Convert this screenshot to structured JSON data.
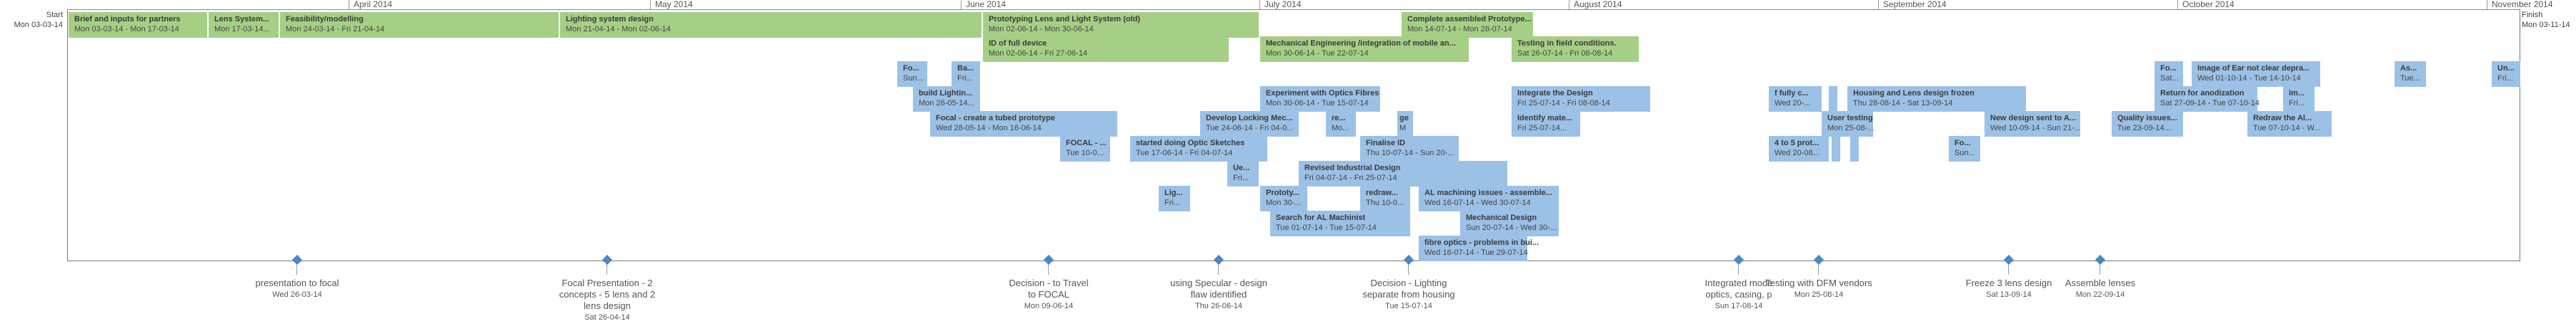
{
  "months": [
    {
      "label": "April 2014"
    },
    {
      "label": "May 2014"
    },
    {
      "label": "June 2014"
    },
    {
      "label": "July 2014"
    },
    {
      "label": "August 2014"
    },
    {
      "label": "September 2014"
    },
    {
      "label": "October 2014"
    },
    {
      "label": "November 2014"
    }
  ],
  "start": {
    "label": "Start",
    "date": "Mon 03-03-14"
  },
  "finish": {
    "label": "Finish",
    "date": "Mon 03-11-14"
  },
  "tasks": [
    {
      "name": "Brief and inputs for partners",
      "dates": "Mon 03-03-14 - Mon 17-03-14",
      "color": "green"
    },
    {
      "name": "Lens System...",
      "dates": "Mon 17-03-14...",
      "color": "green"
    },
    {
      "name": "Feasibility/modelling",
      "dates": "Mon 24-03-14 - Fri 21-04-14",
      "color": "green"
    },
    {
      "name": "Lighting system design",
      "dates": "Mon 21-04-14 - Mon 02-06-14",
      "color": "green"
    },
    {
      "name": "Prototyping Lens and Light System (old)",
      "dates": "Mon 02-06-14 - Mon 30-06-14",
      "color": "green"
    },
    {
      "name": "Complete assembled Prototype...",
      "dates": "Mon 14-07-14 - Mon 28-07-14",
      "color": "green"
    },
    {
      "name": "ID of full device",
      "dates": "Mon 02-06-14 - Fri 27-06-14",
      "color": "green"
    },
    {
      "name": "Mechanical Engineering /integration of mobile an...",
      "dates": "Mon 30-06-14 - Tue 22-07-14",
      "color": "green"
    },
    {
      "name": "Testing in field conditions.",
      "dates": "Sat 26-07-14 - Fri 08-08-14",
      "color": "green"
    },
    {
      "name": "Fo...",
      "dates": "Sun...",
      "color": "blue"
    },
    {
      "name": "Ba...",
      "dates": "Fri...",
      "color": "blue"
    },
    {
      "name": "build Lightin...",
      "dates": "Mon 26-05-14...",
      "color": "blue"
    },
    {
      "name": "Focal - create a tubed prototype",
      "dates": "Wed 28-05-14 - Mon 16-06-14",
      "color": "blue"
    },
    {
      "name": "FOCAL - ...",
      "dates": "Tue 10-0...",
      "color": "blue"
    },
    {
      "name": "Experiment with Optics Fibres",
      "dates": "Mon 30-06-14 - Tue 15-07-14",
      "color": "blue"
    },
    {
      "name": "Develop Locking Mec...",
      "dates": "Tue 24-06-14 - Fri 04-0...",
      "color": "blue"
    },
    {
      "name": "re...",
      "dates": "Mo...",
      "color": "blue"
    },
    {
      "name": "ge",
      "dates": "M",
      "color": "blue"
    },
    {
      "name": "started doing Optic Sketches",
      "dates": "Tue 17-06-14 - Fri 04-07-14",
      "color": "blue"
    },
    {
      "name": "Finalise ID",
      "dates": "Thu 10-07-14 - Sun 20-...",
      "color": "blue"
    },
    {
      "name": "Ue...",
      "dates": "Fri...",
      "color": "blue"
    },
    {
      "name": "Revised Industrial Design",
      "dates": "Fri 04-07-14 - Fri 25-07-14",
      "color": "blue"
    },
    {
      "name": "Lig...",
      "dates": "Fri...",
      "color": "blue"
    },
    {
      "name": "Prototy...",
      "dates": "Mon 30-...",
      "color": "blue"
    },
    {
      "name": "redraw...",
      "dates": "Thu 10-0...",
      "color": "blue"
    },
    {
      "name": "AL machining issues - assemble...",
      "dates": "Wed 16-07-14 - Wed 30-07-14",
      "color": "blue"
    },
    {
      "name": "Search for AL Machinist",
      "dates": "Tue 01-07-14 - Tue 15-07-14",
      "color": "blue"
    },
    {
      "name": "Mechanical Design",
      "dates": "Sun 20-07-14 - Wed 30-...",
      "color": "blue"
    },
    {
      "name": "fibre optics - problems in bui...",
      "dates": "Wed 16-07-14 - Tue 29-07-14",
      "color": "blue"
    },
    {
      "name": "Integrate the Design",
      "dates": "Fri 25-07-14 - Fri 08-08-14",
      "color": "blue"
    },
    {
      "name": "Identify mate...",
      "dates": "Fri 25-07-14...",
      "color": "blue"
    },
    {
      "name": "f fully c...",
      "dates": "Wed 20-...",
      "color": "blue"
    },
    {
      "name": "",
      "dates": "",
      "color": "blue"
    },
    {
      "name": "Housing and Lens design frozen",
      "dates": "Thu 28-08-14 - Sat 13-09-14",
      "color": "blue"
    },
    {
      "name": "User testing",
      "dates": "Mon 25-08-...",
      "color": "blue"
    },
    {
      "name": "",
      "dates": "",
      "color": "blue"
    },
    {
      "name": "4 to 5 prot...",
      "dates": "Wed 20-08...",
      "color": "blue"
    },
    {
      "name": "",
      "dates": "",
      "color": "blue"
    },
    {
      "name": "Fo...",
      "dates": "Sun...",
      "color": "blue"
    },
    {
      "name": "New design sent to A...",
      "dates": "Wed 10-09-14 - Sun 21-...",
      "color": "blue"
    },
    {
      "name": "Quality issues...",
      "dates": "Tue 23-09-14...",
      "color": "blue"
    },
    {
      "name": "Fo...",
      "dates": "Sat...",
      "color": "blue"
    },
    {
      "name": "Image of Ear not clear depra...",
      "dates": "Wed 01-10-14 - Tue 14-10-14",
      "color": "blue"
    },
    {
      "name": "Return for anodization",
      "dates": "Sat 27-09-14 - Tue 07-10-14",
      "color": "blue"
    },
    {
      "name": "Im...",
      "dates": "Fri...",
      "color": "blue"
    },
    {
      "name": "Redraw the Al...",
      "dates": "Tue 07-10-14 - W...",
      "color": "blue"
    },
    {
      "name": "As...",
      "dates": "Tue...",
      "color": "blue"
    },
    {
      "name": "Un...",
      "dates": "Fri...",
      "color": "blue"
    }
  ],
  "milestones": [
    {
      "name": "presentation to focal",
      "date": "Wed 26-03-14"
    },
    {
      "name": "Focal Presentation - 2 concepts - 5 lens and 2 lens design",
      "date": "Sat 26-04-14"
    },
    {
      "name": "Decision - to Travel to FOCAL",
      "date": "Mon 09-06-14"
    },
    {
      "name": "using Specular - design flaw identified",
      "date": "Thu 26-06-14"
    },
    {
      "name": "Decision - Lighting separate from housing",
      "date": "Tue 15-07-14"
    },
    {
      "name": "Integrated mode optics, casing, p",
      "date": "Sun 17-08-14"
    },
    {
      "name": "Testing with DFM vendors",
      "date": "Mon 25-08-14"
    },
    {
      "name": "Freeze 3 lens design",
      "date": "Sat 13-09-14"
    },
    {
      "name": "Assemble lenses",
      "date": "Mon 22-09-14"
    }
  ]
}
